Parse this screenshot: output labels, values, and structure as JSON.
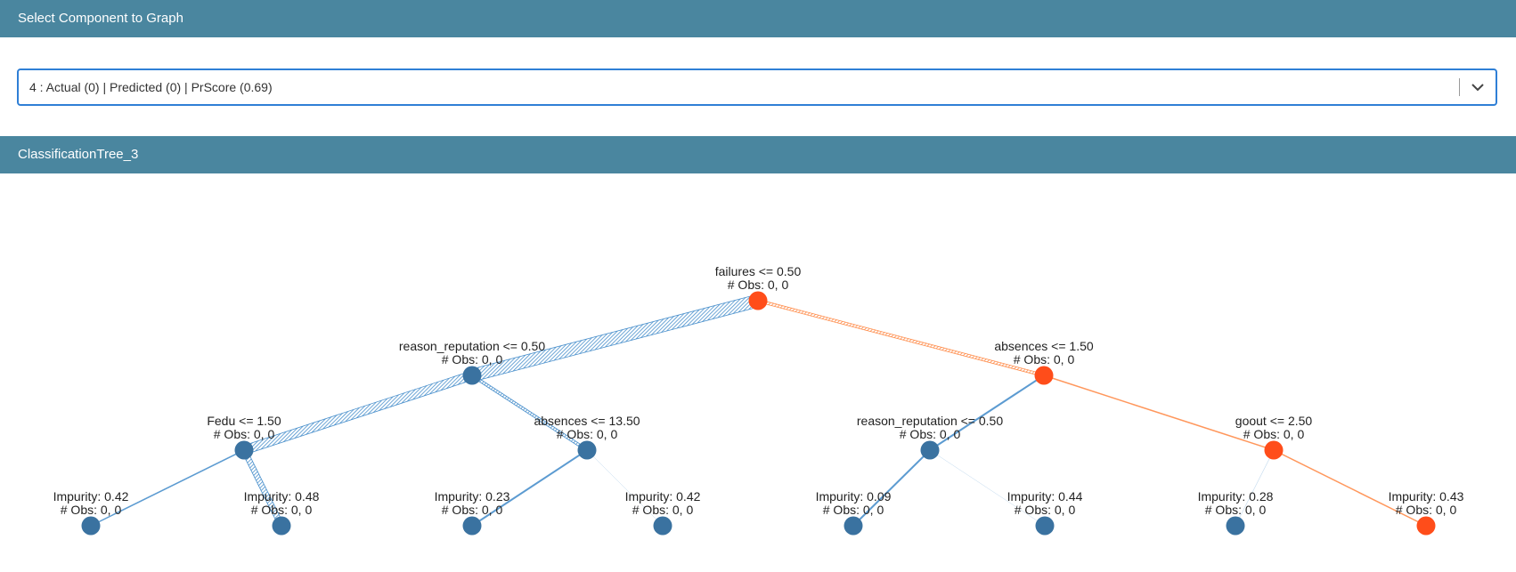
{
  "header_select": {
    "title": "Select Component to Graph"
  },
  "component_select": {
    "value": "4 : Actual (0) | Predicted (0) | PrScore (0.69)"
  },
  "graph": {
    "title": "ClassificationTree_3"
  },
  "colors": {
    "header_bg": "#4a869f",
    "node_default": "#3a72a0",
    "node_path": "#ff4d1a",
    "link_default": "#4a90cc",
    "link_path": "#ff8c4a"
  },
  "tree": {
    "nodes": [
      {
        "id": "n0",
        "split": "failures <= 0.50",
        "obs": "# Obs: 0, 0",
        "on_path": true
      },
      {
        "id": "n1",
        "split": "reason_reputation <= 0.50",
        "obs": "# Obs: 0, 0",
        "on_path": false
      },
      {
        "id": "n2",
        "split": "absences <= 1.50",
        "obs": "# Obs: 0, 0",
        "on_path": true
      },
      {
        "id": "n3",
        "split": "Fedu <= 1.50",
        "obs": "# Obs: 0, 0",
        "on_path": false
      },
      {
        "id": "n4",
        "split": "absences <= 13.50",
        "obs": "# Obs: 0, 0",
        "on_path": false
      },
      {
        "id": "n5",
        "split": "reason_reputation <= 0.50",
        "obs": "# Obs: 0, 0",
        "on_path": false
      },
      {
        "id": "n6",
        "split": "goout <= 2.50",
        "obs": "# Obs: 0, 0",
        "on_path": true
      },
      {
        "id": "n7",
        "split": "Impurity: 0.42",
        "obs": "# Obs: 0, 0",
        "on_path": false
      },
      {
        "id": "n8",
        "split": "Impurity: 0.48",
        "obs": "# Obs: 0, 0",
        "on_path": false
      },
      {
        "id": "n9",
        "split": "Impurity: 0.23",
        "obs": "# Obs: 0, 0",
        "on_path": false
      },
      {
        "id": "n10",
        "split": "Impurity: 0.42",
        "obs": "# Obs: 0, 0",
        "on_path": false
      },
      {
        "id": "n11",
        "split": "Impurity: 0.09",
        "obs": "# Obs: 0, 0",
        "on_path": false
      },
      {
        "id": "n12",
        "split": "Impurity: 0.44",
        "obs": "# Obs: 0, 0",
        "on_path": false
      },
      {
        "id": "n13",
        "split": "Impurity: 0.28",
        "obs": "# Obs: 0, 0",
        "on_path": false
      },
      {
        "id": "n14",
        "split": "Impurity: 0.43",
        "obs": "# Obs: 0, 0",
        "on_path": true
      }
    ],
    "links": [
      {
        "from": "n0",
        "to": "n1",
        "weight": 14,
        "on_path": false
      },
      {
        "from": "n0",
        "to": "n2",
        "weight": 3,
        "on_path": true
      },
      {
        "from": "n1",
        "to": "n3",
        "weight": 10,
        "on_path": false
      },
      {
        "from": "n1",
        "to": "n4",
        "weight": 3,
        "on_path": false
      },
      {
        "from": "n2",
        "to": "n5",
        "weight": 2,
        "on_path": false
      },
      {
        "from": "n2",
        "to": "n6",
        "weight": 1.5,
        "on_path": true
      },
      {
        "from": "n3",
        "to": "n7",
        "weight": 1.5,
        "on_path": false
      },
      {
        "from": "n3",
        "to": "n8",
        "weight": 6,
        "on_path": false
      },
      {
        "from": "n4",
        "to": "n9",
        "weight": 2,
        "on_path": false
      },
      {
        "from": "n4",
        "to": "n10",
        "weight": 0.5,
        "on_path": false
      },
      {
        "from": "n5",
        "to": "n11",
        "weight": 2,
        "on_path": false
      },
      {
        "from": "n5",
        "to": "n12",
        "weight": 0.4,
        "on_path": false
      },
      {
        "from": "n6",
        "to": "n13",
        "weight": 0.6,
        "on_path": false
      },
      {
        "from": "n6",
        "to": "n14",
        "weight": 1.5,
        "on_path": true
      }
    ]
  }
}
